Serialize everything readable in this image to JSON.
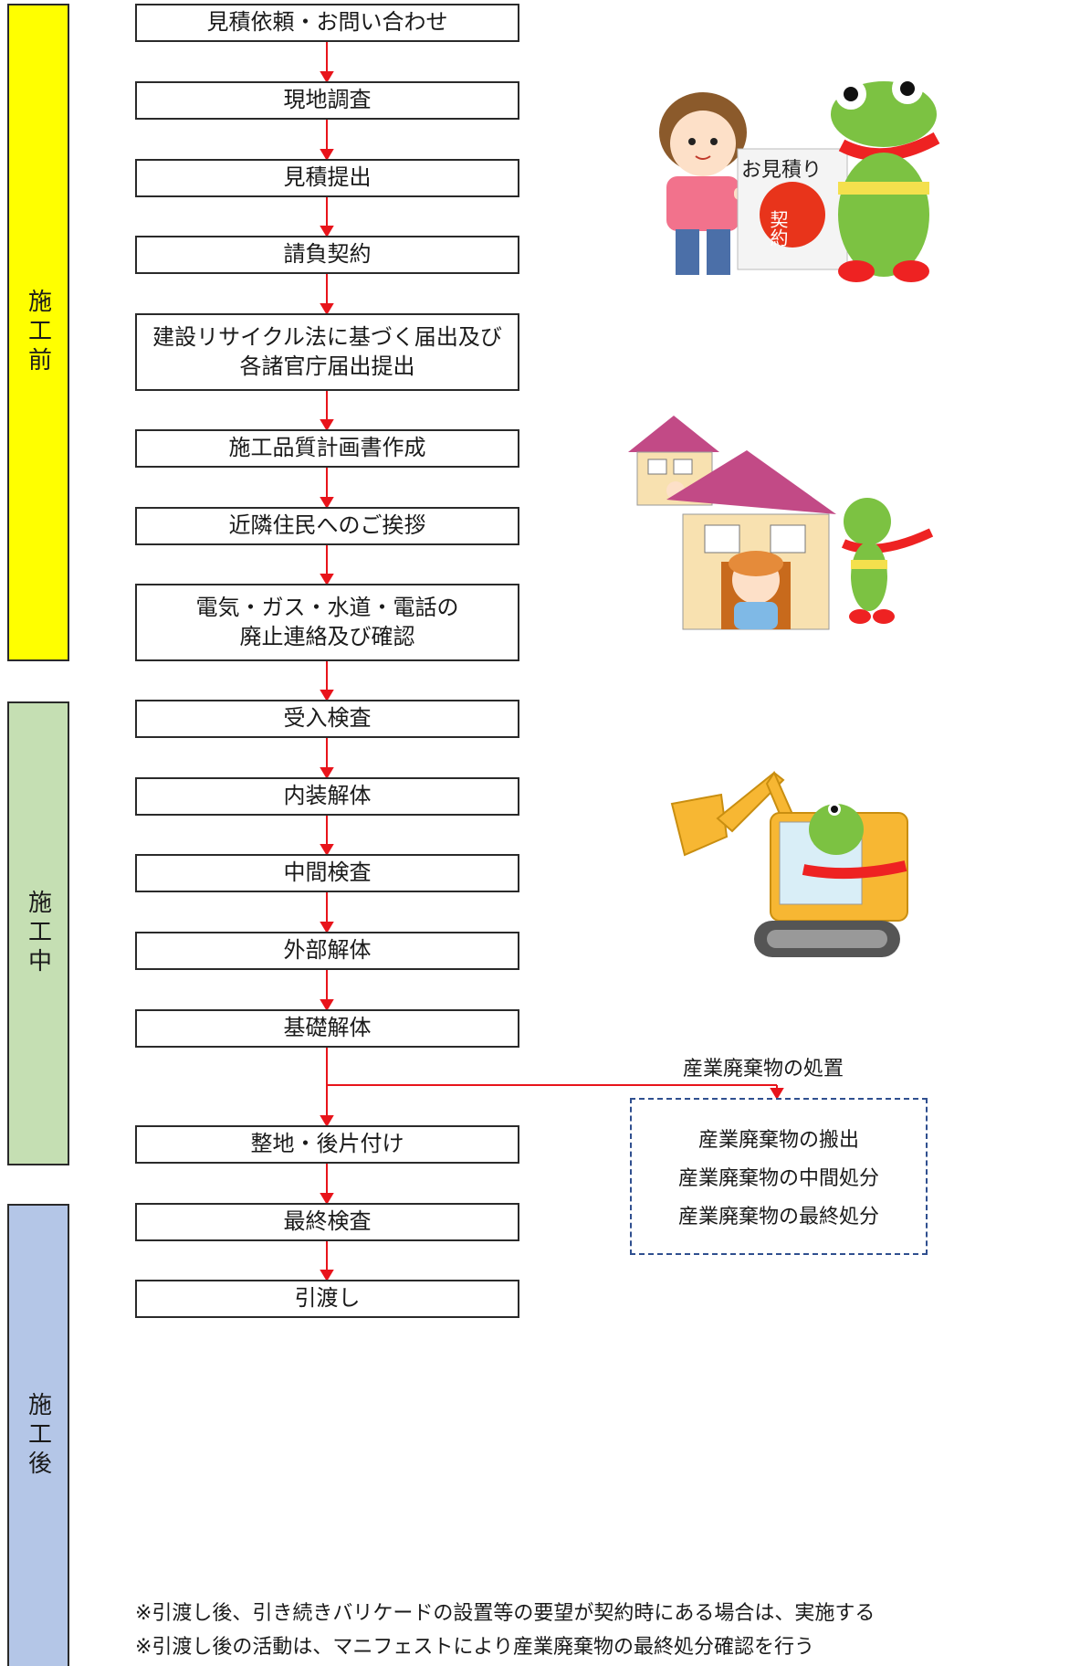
{
  "phases": [
    {
      "label": "施工前"
    },
    {
      "label": "施工中"
    },
    {
      "label": "施工後"
    }
  ],
  "steps": [
    {
      "label": "見積依頼・お問い合わせ"
    },
    {
      "label": "現地調査"
    },
    {
      "label": "見積提出"
    },
    {
      "label": "請負契約"
    },
    {
      "label": "建設リサイクル法に基づく届出及び\n各諸官庁届出提出"
    },
    {
      "label": "施工品質計画書作成"
    },
    {
      "label": "近隣住民へのご挨拶"
    },
    {
      "label": "電気・ガス・水道・電話の\n廃止連絡及び確認"
    },
    {
      "label": "受入検査"
    },
    {
      "label": "内装解体"
    },
    {
      "label": "中間検査"
    },
    {
      "label": "外部解体"
    },
    {
      "label": "基礎解体"
    },
    {
      "label": "整地・後片付け"
    },
    {
      "label": "最終検査"
    },
    {
      "label": "引渡し"
    }
  ],
  "waste": {
    "title": "産業廃棄物の処置",
    "items": [
      "産業廃棄物の搬出",
      "産業廃棄物の中間処分",
      "産業廃棄物の最終処分"
    ]
  },
  "illustrations": {
    "sign_text": "お見積り",
    "stamp_text": "契約"
  },
  "notes": [
    "※引渡し後、引き続きバリケードの設置等の要望が契約時にある場合は、実施する",
    "※引渡し後の活動は、マニフェストにより産業廃棄物の最終処分確認を行う"
  ],
  "colors": {
    "pre": "#ffff00",
    "mid": "#c5dfb3",
    "post": "#b4c6e7",
    "arrow": "#e8141b",
    "dashed_border": "#2f4f8f"
  }
}
